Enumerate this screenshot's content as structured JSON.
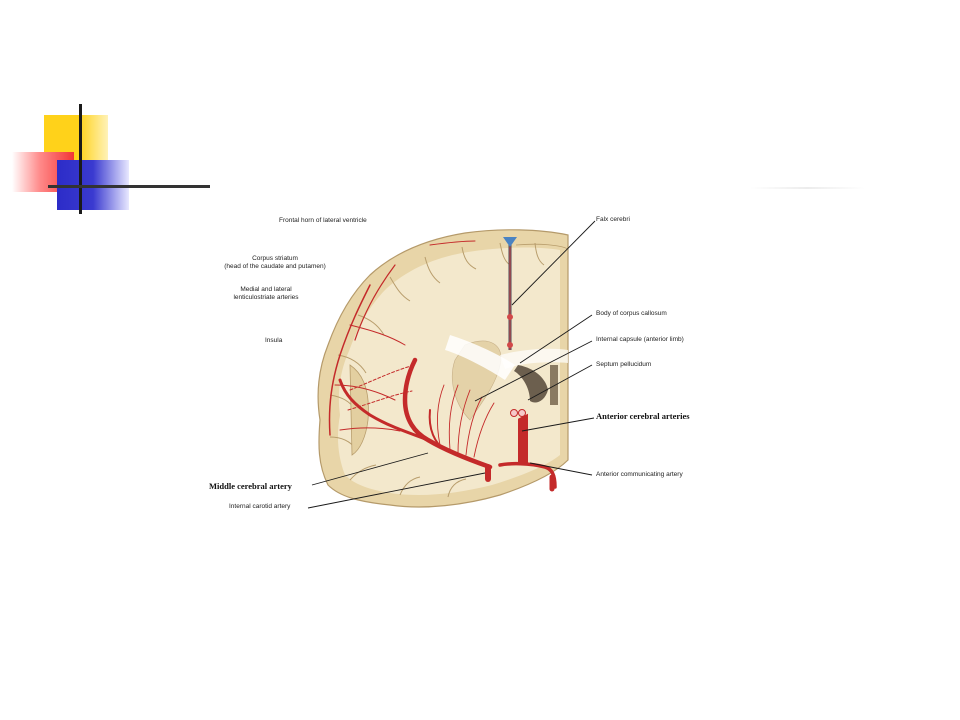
{
  "slide": {
    "colors": {
      "yellow": "#ffd21a",
      "red": "#f23535",
      "blue": "#2c2cc8",
      "line": "#1a1a1a"
    }
  },
  "diagram": {
    "labels": {
      "frontal_horn": "Frontal horn of lateral ventricle",
      "corpus_striatum": "Corpus striatum",
      "corpus_striatum_sub": "(head of the caudate and putamen)",
      "lenticulostriate_1": "Medial and lateral",
      "lenticulostriate_2": "lenticulostriate arteries",
      "insula": "Insula",
      "falx_cerebri": "Falx cerebri",
      "body_corpus_callosum": "Body of corpus callosum",
      "internal_capsule": "Internal capsule (anterior limb)",
      "septum_pellucidum": "Septum pellucidum",
      "anterior_cerebral": "Anterior cerebral arteries",
      "middle_cerebral": "Middle cerebral artery",
      "anterior_communicating": "Anterior communicating artery",
      "internal_carotid": "Internal carotid artery"
    },
    "colors": {
      "tissue": "#efe2c2",
      "cortex": "#e6d2a4",
      "artery": "#c42a2a",
      "ventricle": "#6c5f4e"
    }
  }
}
